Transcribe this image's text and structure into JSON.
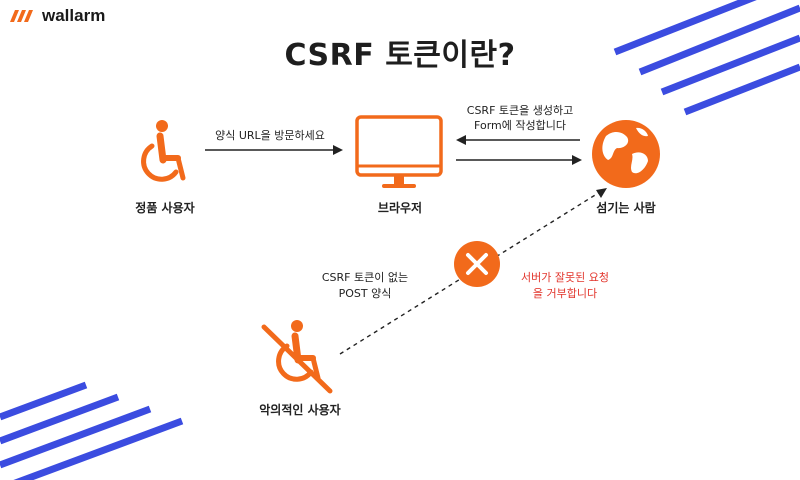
{
  "brand": {
    "name": "wallarm",
    "accent": "#f26a1b",
    "stripe_color": "#3b4ce0"
  },
  "title": "CSRF 토큰이란?",
  "nodes": {
    "user": {
      "label": "정품 사용자",
      "icon": "wheelchair-icon"
    },
    "browser": {
      "label": "브라우저",
      "icon": "monitor-icon"
    },
    "site": {
      "label": "섬기는 사람",
      "icon": "globe-icon"
    },
    "attacker": {
      "label": "악의적인 사용자",
      "icon": "wheelchair-crossed-icon"
    }
  },
  "edges": {
    "user_to_browser": "양식 URL을 방문하세요",
    "site_to_browser_line1": "CSRF 토큰을 생성하고",
    "site_to_browser_line2": "Form에 작성합니다",
    "attacker_line1": "CSRF 토큰이 없는",
    "attacker_line2": "POST 양식",
    "reject_line1": "서버가 잘못된 요청",
    "reject_line2": "을 거부합니다"
  }
}
